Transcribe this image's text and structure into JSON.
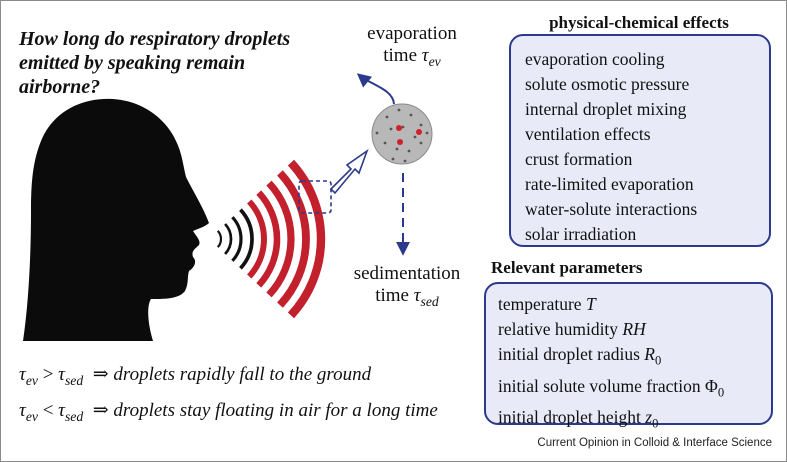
{
  "question": "How long do respiratory droplets emitted by speaking remain airborne?",
  "evaporation": {
    "line1": "evaporation",
    "word": "time",
    "symbol": "τ",
    "subscript": "ev"
  },
  "sedimentation": {
    "line1": "sedimentation",
    "word": "time",
    "symbol": "τ",
    "subscript": "sed"
  },
  "physical_chemical": {
    "title": "physical-chemical effects",
    "items": [
      "evaporation cooling",
      "solute osmotic pressure",
      "internal droplet mixing",
      "ventilation effects",
      "crust formation",
      "rate-limited evaporation",
      "water-solute interactions",
      "solar irradiation"
    ]
  },
  "parameters": {
    "title": "Relevant parameters",
    "items": [
      {
        "text": "temperature ",
        "symbol": "T",
        "sub": ""
      },
      {
        "text": "relative humidity ",
        "symbol": "RH",
        "sub": ""
      },
      {
        "text": "initial droplet radius ",
        "symbol": "R",
        "sub": "0"
      },
      {
        "text": "initial solute volume fraction ",
        "symbol": "Φ",
        "sub": "0"
      },
      {
        "text": "initial droplet height ",
        "symbol": "z",
        "sub": "0"
      }
    ]
  },
  "results": {
    "row1": {
      "op": ">",
      "arrow": "⇒",
      "text": "droplets rapidly fall to the ground"
    },
    "row2": {
      "op": "<",
      "arrow": "⇒",
      "text": "droplets stay floating in air for a long time"
    }
  },
  "credit": "Current Opinion in Colloid & Interface Science",
  "colors": {
    "wave_red": "#c2202c",
    "arrow_blue": "#2b3a8c",
    "box_fill": "#e8ebf7",
    "droplet_gray": "#b8b8b8",
    "particle_red": "#d0202c"
  }
}
